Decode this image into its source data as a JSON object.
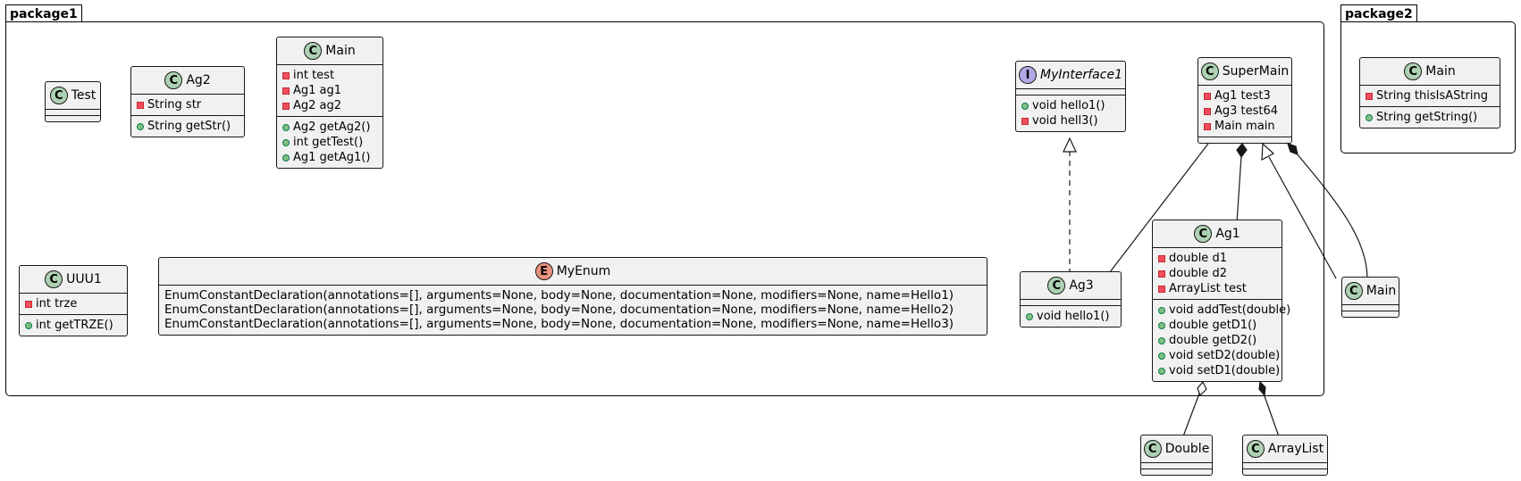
{
  "packages": {
    "p1": {
      "name": "package1"
    },
    "p2": {
      "name": "package2"
    }
  },
  "badge_colors": {
    "class": "#add1b2",
    "interface": "#b4a7e5",
    "enum": "#eb937f"
  },
  "classes": {
    "test": {
      "badge": "C",
      "name": "Test"
    },
    "ag2": {
      "badge": "C",
      "name": "Ag2",
      "fields": [
        {
          "vis": "-",
          "text": "String str"
        }
      ],
      "methods": [
        {
          "vis": "+",
          "text": "String getStr()"
        }
      ]
    },
    "main1": {
      "badge": "C",
      "name": "Main",
      "fields": [
        {
          "vis": "-",
          "text": "int test"
        },
        {
          "vis": "-",
          "text": "Ag1 ag1"
        },
        {
          "vis": "-",
          "text": "Ag2 ag2"
        }
      ],
      "methods": [
        {
          "vis": "+",
          "text": "Ag2 getAg2()"
        },
        {
          "vis": "+",
          "text": "int getTest()"
        },
        {
          "vis": "+",
          "text": "Ag1 getAg1()"
        }
      ]
    },
    "myinterface1": {
      "badge": "I",
      "name": "MyInterface1",
      "methods": [
        {
          "vis": "+",
          "text": "void hello1()"
        },
        {
          "vis": "-",
          "text": "void hell3()"
        }
      ]
    },
    "supermain": {
      "badge": "C",
      "name": "SuperMain",
      "fields": [
        {
          "vis": "-",
          "text": "Ag1 test3"
        },
        {
          "vis": "-",
          "text": "Ag3 test64"
        },
        {
          "vis": "-",
          "text": "Main main"
        }
      ]
    },
    "uuu1": {
      "badge": "C",
      "name": "UUU1",
      "fields": [
        {
          "vis": "-",
          "text": "int trze"
        }
      ],
      "methods": [
        {
          "vis": "+",
          "text": "int getTRZE()"
        }
      ]
    },
    "myenum": {
      "badge": "E",
      "name": "MyEnum",
      "constants": [
        "EnumConstantDeclaration(annotations=[], arguments=None, body=None, documentation=None, modifiers=None, name=Hello1)",
        "EnumConstantDeclaration(annotations=[], arguments=None, body=None, documentation=None, modifiers=None, name=Hello2)",
        "EnumConstantDeclaration(annotations=[], arguments=None, body=None, documentation=None, modifiers=None, name=Hello3)"
      ]
    },
    "ag3": {
      "badge": "C",
      "name": "Ag3",
      "methods": [
        {
          "vis": "+",
          "text": "void hello1()"
        }
      ]
    },
    "ag1": {
      "badge": "C",
      "name": "Ag1",
      "fields": [
        {
          "vis": "-",
          "text": "double d1"
        },
        {
          "vis": "-",
          "text": "double d2"
        },
        {
          "vis": "-",
          "text": "ArrayList test"
        }
      ],
      "methods": [
        {
          "vis": "+",
          "text": "void addTest(double)"
        },
        {
          "vis": "+",
          "text": "double getD1()"
        },
        {
          "vis": "+",
          "text": "double getD2()"
        },
        {
          "vis": "+",
          "text": "void setD2(double)"
        },
        {
          "vis": "+",
          "text": "void setD1(double)"
        }
      ]
    },
    "main_ext": {
      "badge": "C",
      "name": "Main"
    },
    "double": {
      "badge": "C",
      "name": "Double"
    },
    "arraylist": {
      "badge": "C",
      "name": "ArrayList"
    },
    "main2": {
      "badge": "C",
      "name": "Main",
      "fields": [
        {
          "vis": "-",
          "text": "String thisIsAString"
        }
      ],
      "methods": [
        {
          "vis": "+",
          "text": "String getString()"
        }
      ]
    }
  },
  "relations": [
    {
      "from": "ag3",
      "to": "myinterface1",
      "kind": "realization"
    },
    {
      "from": "supermain",
      "to": "ag3",
      "kind": "association"
    },
    {
      "from": "supermain",
      "to": "ag1",
      "kind": "composition"
    },
    {
      "from": "main_ext",
      "to": "supermain",
      "kind": "generalization"
    },
    {
      "from": "supermain",
      "to": "main_ext",
      "kind": "composition"
    },
    {
      "from": "ag1",
      "to": "double",
      "kind": "aggregation"
    },
    {
      "from": "ag1",
      "to": "arraylist",
      "kind": "composition"
    }
  ]
}
